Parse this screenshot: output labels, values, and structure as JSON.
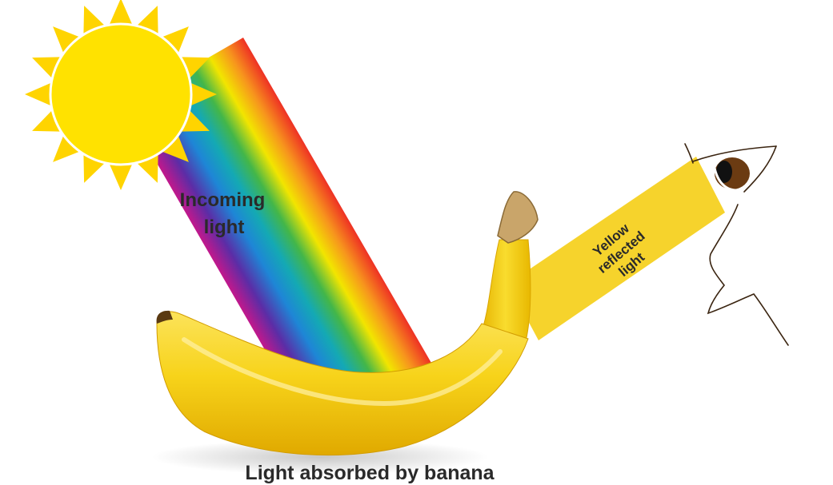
{
  "labels": {
    "incoming_line1": "Incoming",
    "incoming_line2": "light",
    "reflected_line1": "Yellow",
    "reflected_line2": "reflected",
    "reflected_line3": "light",
    "absorbed": "Light absorbed by banana"
  },
  "colors": {
    "sun": "#FFE200",
    "sun_rays": "#FFD400",
    "reflected_beam": "#F6D32C",
    "banana": "#F7D31A",
    "banana_shadow": "#E2A800",
    "stem": "#C9A56A",
    "eye_iris": "#6B3B12",
    "outline": "#3A2410"
  },
  "spectrum": [
    "#C2188C",
    "#5B2DA6",
    "#1E86D6",
    "#14A9B4",
    "#43B649",
    "#F2E500",
    "#F7941D",
    "#EE3124"
  ]
}
